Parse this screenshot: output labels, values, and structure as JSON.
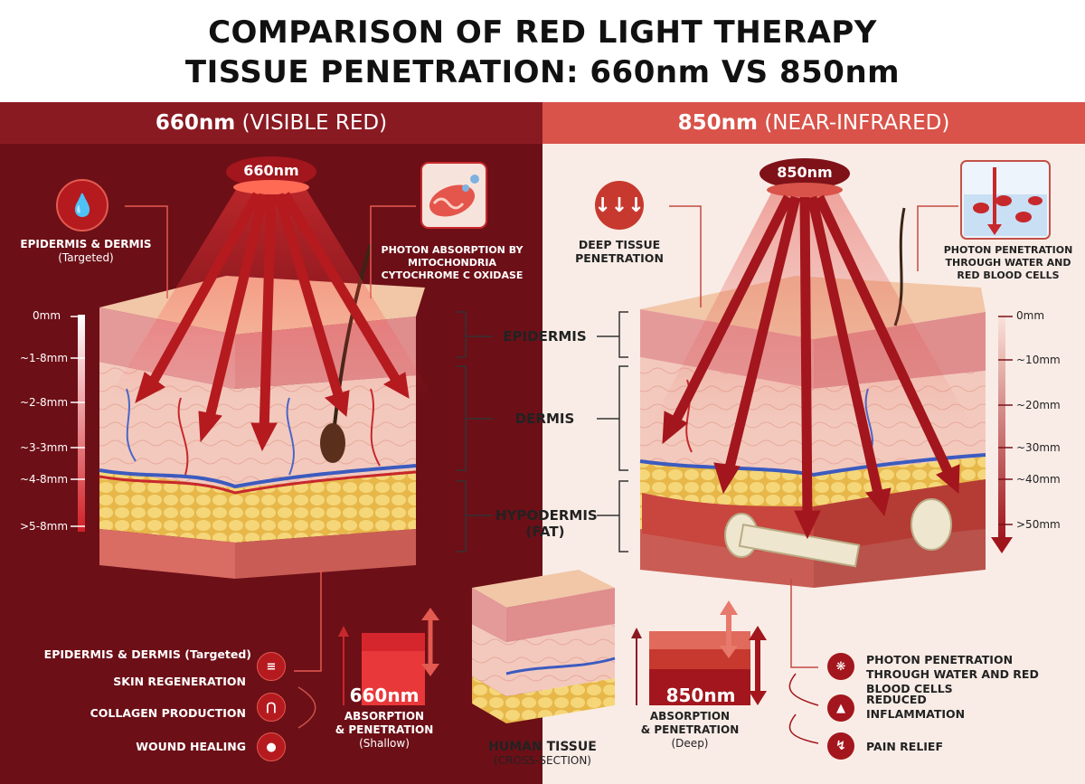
{
  "title": {
    "line1": "COMPARISON OF RED LIGHT THERAPY",
    "line2": "TISSUE PENETRATION: 660nm VS 850nm"
  },
  "left_panel": {
    "header_bold": "660nm",
    "header_light": "(VISIBLE RED)",
    "lamp_label": "660nm",
    "targeted_label": "EPIDERMIS & DERMIS",
    "targeted_sub": "(Targeted)",
    "photon_label": "PHOTON ABSORPTION BY MITOCHONDRIA CYTOCHROME C OXIDASE",
    "depth_scale": [
      "0mm",
      "~1-8mm",
      "~2-8mm",
      "~3-3mm",
      "~4-8mm",
      ">5-8mm"
    ],
    "benefits": [
      "EPIDERMIS & DERMIS (Targeted)",
      "SKIN REGENERATION",
      "COLLAGEN PRODUCTION",
      "WOUND HEALING"
    ],
    "absorption": {
      "nm": "660nm",
      "line1": "ABSORPTION",
      "line2": "& PENETRATION",
      "line3": "(Shallow)"
    }
  },
  "right_panel": {
    "header_bold": "850nm",
    "header_light": "(NEAR-INFRARED)",
    "lamp_label": "850nm",
    "deep_label": "DEEP TISSUE PENETRATION",
    "photon_label": "PHOTON PENETRATION THROUGH WATER AND RED BLOOD CELLS",
    "depth_scale": [
      "0mm",
      "~10mm",
      "~20mm",
      "~30mm",
      "~40mm",
      ">50mm"
    ],
    "benefits": [
      "PHOTON PENETRATION THROUGH WATER AND RED BLOOD CELLS",
      "REDUCED INFLAMMATION",
      "PAIN RELIEF"
    ],
    "absorption": {
      "nm": "850nm",
      "line1": "ABSORPTION",
      "line2": "& PENETRATION",
      "line3": "(Deep)"
    }
  },
  "layers": [
    "EPIDERMIS",
    "DERMIS",
    "HYPODERMIS (FAT)"
  ],
  "center": {
    "tissue_label": "HUMAN TISSUE",
    "tissue_sub": "(CROSS-SECTION)"
  },
  "icons": {
    "left_targeted": "water-drop-skin-icon",
    "right_deep": "down-arrows-icon",
    "mitochondria": "mitochondria-icon",
    "blood_cells": "blood-cells-icon",
    "skin_regeneration": "skin-layers-icon",
    "collagen": "collagen-icon",
    "wound": "wound-drop-icon",
    "photon": "photon-icon",
    "inflammation": "flame-icon",
    "pain": "lightning-icon"
  },
  "colors": {
    "left_bg": "#6d0f17",
    "right_bg": "#f9ece6",
    "arrow_red": "#b51a1f",
    "skin": "#f2c3b0",
    "fat": "#f1cf63"
  }
}
